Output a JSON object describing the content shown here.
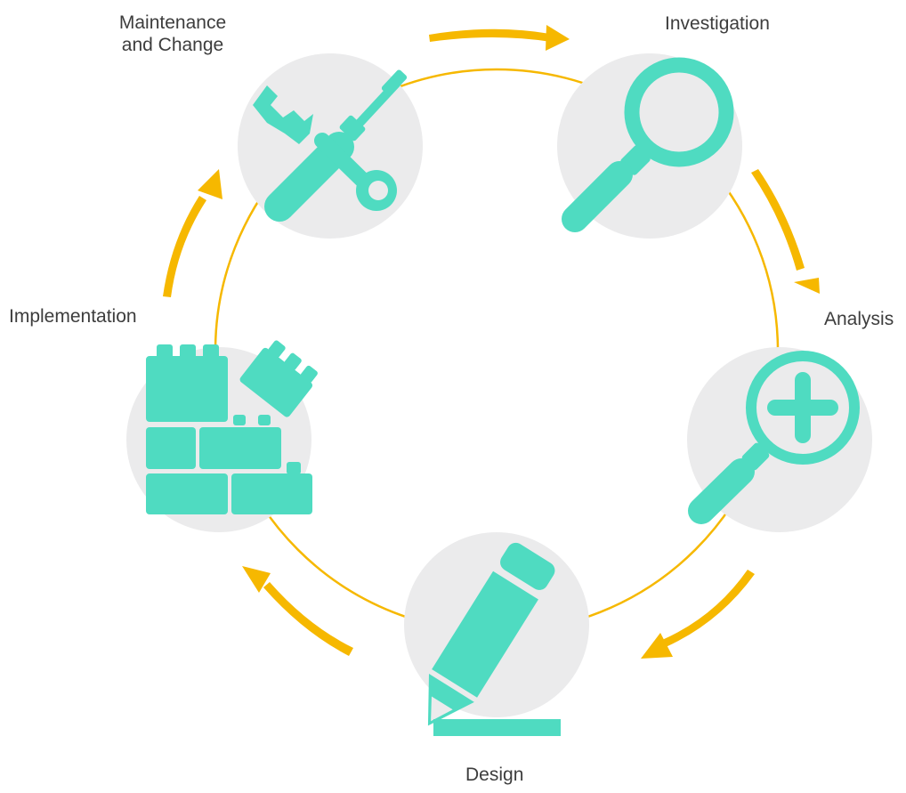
{
  "diagram": {
    "stages": [
      {
        "id": "maintenance",
        "label_lines": [
          "Maintenance",
          "and Change"
        ],
        "icon": "wrench-screwdriver-icon"
      },
      {
        "id": "investigation",
        "label_lines": [
          "Investigation"
        ],
        "icon": "magnifier-icon"
      },
      {
        "id": "analysis",
        "label_lines": [
          "Analysis"
        ],
        "icon": "zoom-in-icon"
      },
      {
        "id": "design",
        "label_lines": [
          "Design"
        ],
        "icon": "pencil-icon"
      },
      {
        "id": "implementation",
        "label_lines": [
          "Implementation"
        ],
        "icon": "building-blocks-icon"
      }
    ],
    "colors": {
      "ring": "#f6b800",
      "arrow": "#f6b800",
      "icon": "#4fdbc1",
      "circle_bg": "#ebebec",
      "text": "#3d3d3d"
    }
  }
}
